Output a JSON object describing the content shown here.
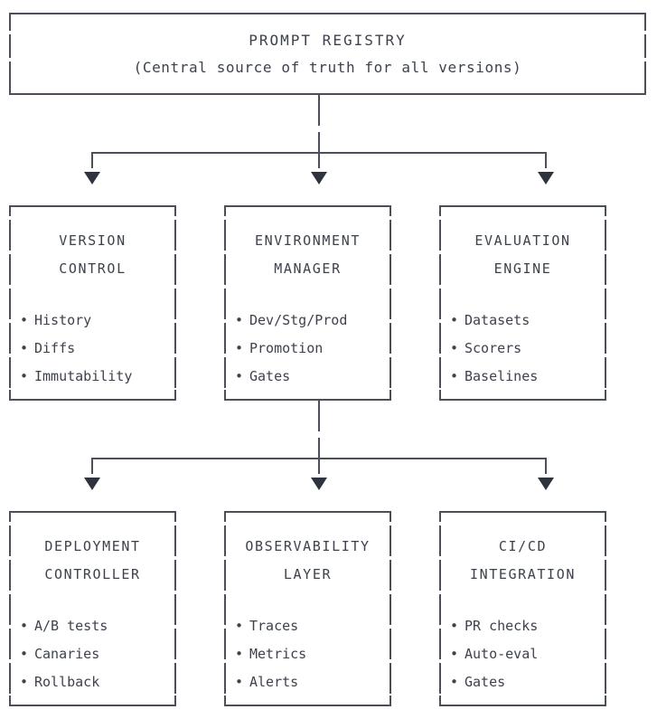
{
  "diagram": {
    "title": "PROMPT REGISTRY",
    "root": {
      "name": "prompt-registry",
      "line1": "PROMPT REGISTRY",
      "line2": "(Central source of truth for all versions)"
    },
    "row1": [
      {
        "name": "version-control",
        "title": "VERSION\nCONTROL",
        "items": [
          "History",
          "Diffs",
          "Immutability"
        ]
      },
      {
        "name": "environment-manager",
        "title": "ENVIRONMENT\nMANAGER",
        "items": [
          "Dev/Stg/Prod",
          "Promotion",
          "Gates"
        ]
      },
      {
        "name": "evaluation-engine",
        "title": "EVALUATION\nENGINE",
        "items": [
          "Datasets",
          "Scorers",
          "Baselines"
        ]
      }
    ],
    "row2": [
      {
        "name": "deployment-controller",
        "title": "DEPLOYMENT\nCONTROLLER",
        "items": [
          "A/B tests",
          "Canaries",
          "Rollback"
        ]
      },
      {
        "name": "observability-layer",
        "title": "OBSERVABILITY\nLAYER",
        "items": [
          "Traces",
          "Metrics",
          "Alerts"
        ]
      },
      {
        "name": "cicd-integration",
        "title": "CI/CD\nINTEGRATION",
        "items": [
          "PR checks",
          "Auto-eval",
          "Gates"
        ]
      }
    ],
    "colors": {
      "stroke": "#4a4f59",
      "text": "#3d424d",
      "arrow": "#2e333d",
      "background": "#ffffff"
    }
  }
}
